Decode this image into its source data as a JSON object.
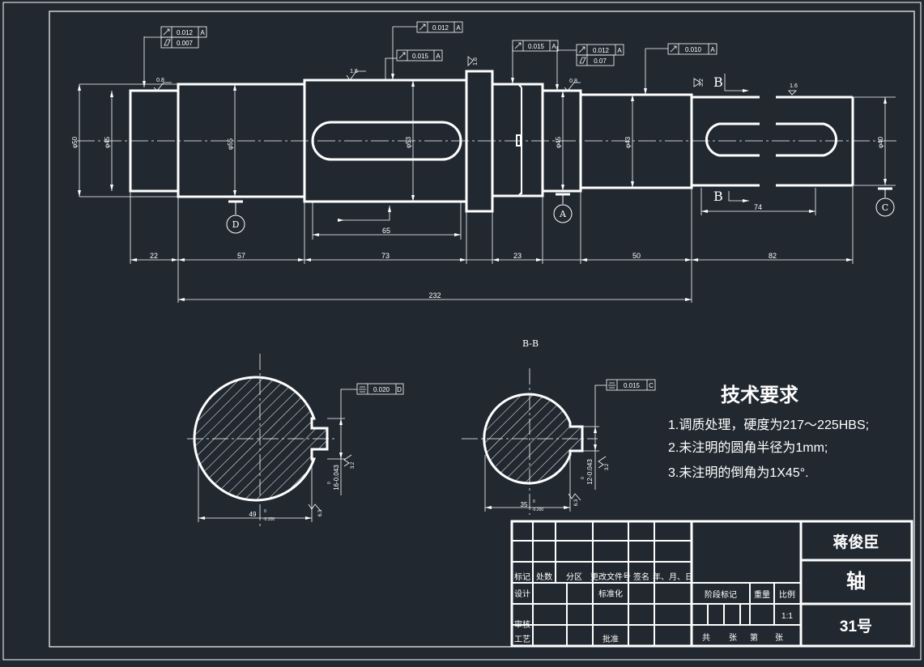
{
  "dims": {
    "d22": "22",
    "d57": "57",
    "d73": "73",
    "d23": "23",
    "d50": "50",
    "d82": "82",
    "d232": "232",
    "d65": "65",
    "d74": "74"
  },
  "diameters": {
    "phi50": "φ50",
    "phi45a": "φ45",
    "phi55": "φ55",
    "phi53": "φ53",
    "phi45b": "φ45",
    "phi43": "φ43",
    "phi40": "φ40"
  },
  "roughness": {
    "r08a": "0.8",
    "r16a": "1.6",
    "r16b": "1.6",
    "r08b": "0.8",
    "r16c": "1.6",
    "r32": "3.2",
    "r63a": "6.3",
    "r32b": "3.2",
    "r63b": "6.3",
    "r32c": "3.2"
  },
  "tolerances": {
    "fcf1a": "0.012",
    "fcf1a_ref": "A",
    "fcf1b": "0.007",
    "fcf2": "0.012",
    "fcf2_ref": "A",
    "fcf3": "0.015",
    "fcf3_ref": "A",
    "fcf4": "0.015",
    "fcf4_ref": "A",
    "fcf5a": "0.012",
    "fcf5a_ref": "A",
    "fcf5b": "0.07",
    "fcf6": "0.010",
    "fcf6_ref": "A",
    "fcf7": "0.020",
    "fcf7_ref": "D",
    "fcf8": "0.015",
    "fcf8_ref": "C"
  },
  "datums": {
    "a": "A",
    "c": "C",
    "d": "D"
  },
  "section": {
    "marker_top": "B",
    "marker_bottom": "B",
    "title": "B-B"
  },
  "sections": {
    "left_width": "49",
    "left_width_tol": "-0.200",
    "left_width_zero": "0",
    "left_key": "16-0.043",
    "left_key_zero": "0",
    "right_width": "35",
    "right_width_tol": "-0.200",
    "right_width_zero": "0",
    "right_key": "12-0.043",
    "right_key_zero": "0"
  },
  "requirements": {
    "heading": "技术要求",
    "line1": "1.调质处理，硬度为217～225HBS;",
    "line2": "2.未注明的圆角半径为1mm;",
    "line3": "3.未注明的倒角为1X45°."
  },
  "title_block": {
    "designer": "蒋俊臣",
    "part_name": "轴",
    "drawing_no": "31号",
    "scale": "1:1",
    "labels": {
      "mark": "标记",
      "count": "处数",
      "zone": "分区",
      "docno": "更改文件号",
      "sign": "签名",
      "date": "年、月、日",
      "design": "设计",
      "standard": "标准化",
      "stage": "阶段标记",
      "weight": "重量",
      "ratio": "比例",
      "review": "审核",
      "craft": "工艺",
      "approve": "批准",
      "total": "共",
      "sheet": "张",
      "page": "第",
      "sheet2": "张"
    }
  },
  "colors": {
    "bg": "#212830",
    "line": "#ffffff"
  }
}
